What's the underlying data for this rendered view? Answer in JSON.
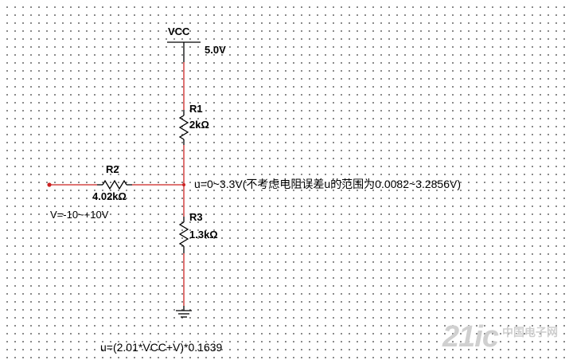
{
  "components": {
    "vcc": {
      "label": "VCC",
      "value": "5.0V"
    },
    "r1": {
      "label": "R1",
      "value": "2kΩ"
    },
    "r2": {
      "label": "R2",
      "value": "4.02kΩ"
    },
    "r3": {
      "label": "R3",
      "value": "1.3kΩ"
    }
  },
  "input_range": "V=-10~+10V",
  "output_note": "u=0~3.3V(不考虑电阻误差u的范围为0.0082~3.2856V)",
  "formula": "u=(2.01*VCC+V)*0.1639",
  "watermark": {
    "brand": "21ic",
    "site": "中国电子网"
  },
  "colors": {
    "wire": "#cc2222",
    "component": "#000000",
    "label": "#000000",
    "grid_dot": "#6a6a6a"
  }
}
